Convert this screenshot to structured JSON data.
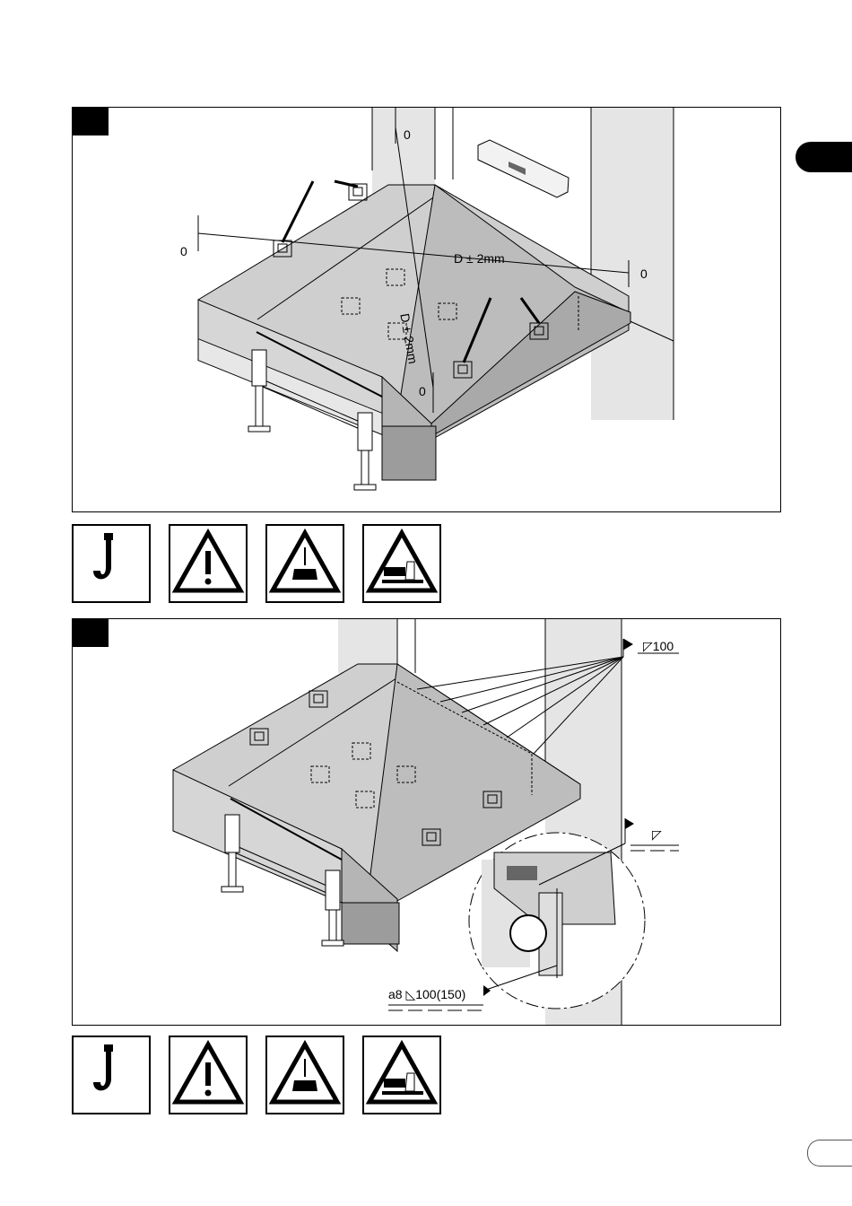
{
  "section_tab": {
    "label": ""
  },
  "page_number": "",
  "figure_1": {
    "step_label": "",
    "dim_horizontal": "D ± 2mm",
    "dim_vertical": "D ± 2mm",
    "level_zero_labels": [
      "0",
      "0",
      "0",
      "0"
    ]
  },
  "figure_2": {
    "step_label": "",
    "weld_note_top": "100",
    "weld_note_seam": "",
    "weld_note_fillet": "a8 ◺100(150)"
  },
  "safety_icons": [
    {
      "name": "crane-hook-icon"
    },
    {
      "name": "general-warning-icon"
    },
    {
      "name": "suspended-load-warning-icon"
    },
    {
      "name": "crush-hazard-warning-icon"
    }
  ],
  "colors": {
    "panel_grey": "#d9d9d9",
    "light_grey": "#ececec",
    "dark_grey": "#8a8a8a",
    "ink": "#000000"
  }
}
